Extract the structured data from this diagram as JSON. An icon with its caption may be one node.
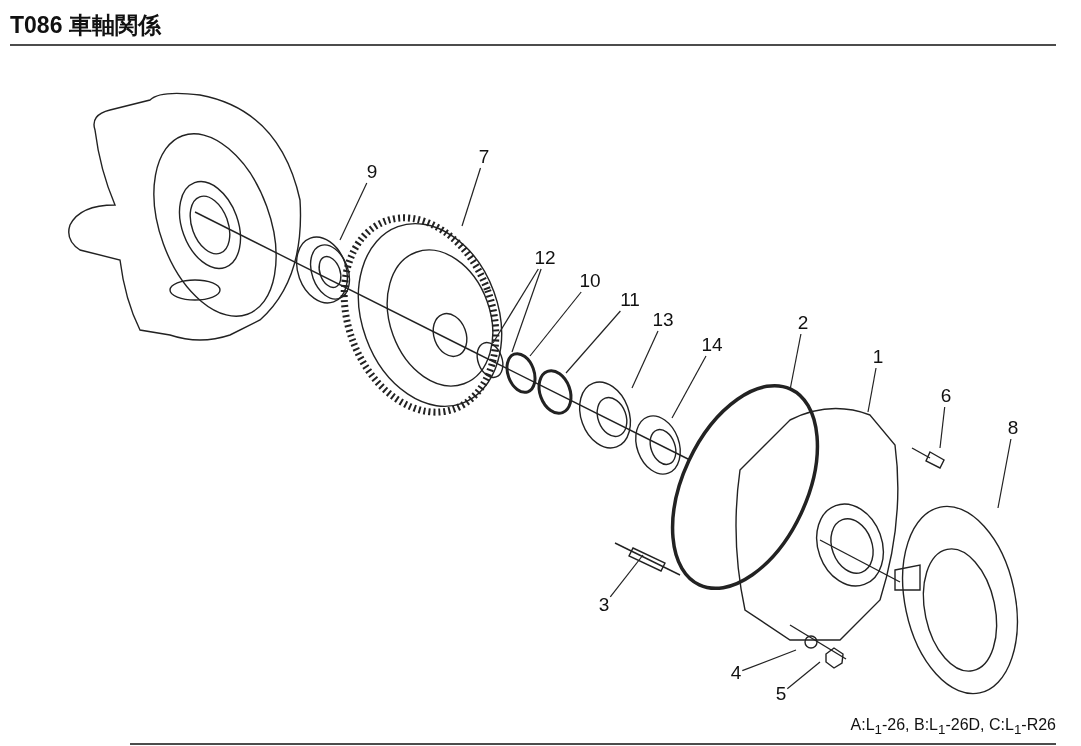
{
  "diagram": {
    "title": "T086 車軸関係",
    "nodes": [
      {
        "text": [
          "9"
        ]
      },
      {
        "text": [
          "7"
        ]
      },
      {
        "text": [
          "12"
        ]
      },
      {
        "text": [
          "10"
        ]
      },
      {
        "text": [
          "11"
        ]
      },
      {
        "text": [
          "13"
        ]
      },
      {
        "text": [
          "2"
        ]
      },
      {
        "text": [
          "14"
        ]
      },
      {
        "text": [
          "1"
        ]
      },
      {
        "text": [
          "6"
        ]
      },
      {
        "text": [
          "8"
        ]
      },
      {
        "text": [
          "3"
        ]
      },
      {
        "text": [
          "4"
        ]
      },
      {
        "text": [
          "5"
        ]
      }
    ],
    "edges": [
      {
        "from": 0,
        "to": null,
        "arrow": "none"
      },
      {
        "from": 1,
        "to": null,
        "arrow": "none"
      },
      {
        "from": 2,
        "to": null,
        "arrow": "none"
      },
      {
        "from": 2,
        "to": null,
        "arrow": "none"
      },
      {
        "from": 3,
        "to": null,
        "arrow": "none"
      },
      {
        "from": 4,
        "to": null,
        "arrow": "none"
      },
      {
        "from": 5,
        "to": null,
        "arrow": "none"
      },
      {
        "from": 6,
        "to": null,
        "arrow": "none"
      },
      {
        "from": 7,
        "to": null,
        "arrow": "none"
      },
      {
        "from": 8,
        "to": null,
        "arrow": "none"
      },
      {
        "from": 9,
        "to": null,
        "arrow": "none"
      },
      {
        "from": 10,
        "to": null,
        "arrow": "none"
      },
      {
        "from": 11,
        "to": null,
        "arrow": "none"
      },
      {
        "from": 12,
        "to": null,
        "arrow": "none"
      },
      {
        "from": 13,
        "to": null,
        "arrow": "none"
      }
    ],
    "labels": [
      "A:L$_{1}$-26, B:L$_{1}$-26D, C:L$_{1}$-R26"
    ]
  }
}
